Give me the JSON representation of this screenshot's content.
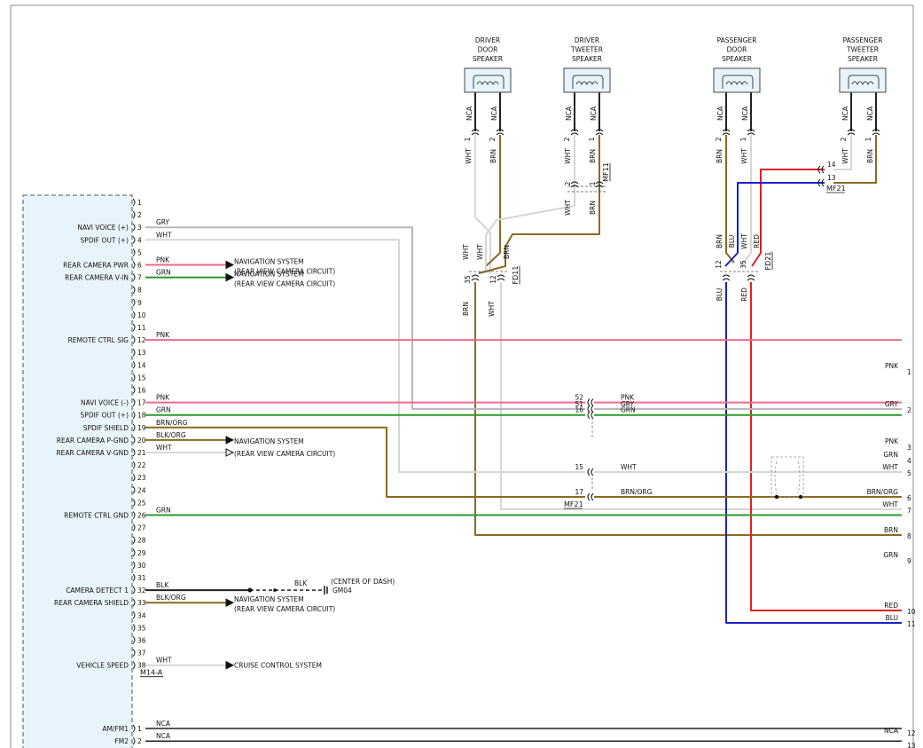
{
  "module_labels": [
    {
      "pin": "3",
      "text": "NAVI VOICE (+)"
    },
    {
      "pin": "4",
      "text": "SPDIF OUT (+)"
    },
    {
      "pin": "6",
      "text": "REAR CAMERA PWR"
    },
    {
      "pin": "7",
      "text": "REAR CAMERA V-IN"
    },
    {
      "pin": "12",
      "text": "REMOTE CTRL SIG"
    },
    {
      "pin": "17",
      "text": "NAVI VOICE (-)"
    },
    {
      "pin": "18",
      "text": "SPDIF OUT (+)"
    },
    {
      "pin": "19",
      "text": "SPDIF SHIELD"
    },
    {
      "pin": "20",
      "text": "REAR CAMERA P-GND"
    },
    {
      "pin": "21",
      "text": "REAR CAMERA V-GND"
    },
    {
      "pin": "26",
      "text": "REMOTE CTRL GND"
    },
    {
      "pin": "32",
      "text": "CAMERA DETECT 1"
    },
    {
      "pin": "33",
      "text": "REAR CAMERA SHIELD"
    },
    {
      "pin": "38",
      "text": "VEHICLE SPEED"
    },
    {
      "pin": "1b",
      "text": "AM/FM1"
    },
    {
      "pin": "2b",
      "text": "FM2"
    }
  ],
  "module_pins": [
    "1",
    "2",
    "3",
    "4",
    "5",
    "6",
    "7",
    "8",
    "9",
    "10",
    "11",
    "12",
    "13",
    "14",
    "15",
    "16",
    "17",
    "18",
    "19",
    "20",
    "21",
    "22",
    "23",
    "24",
    "25",
    "26",
    "27",
    "28",
    "29",
    "30",
    "31",
    "32",
    "33",
    "34",
    "35",
    "36",
    "37",
    "38",
    "1",
    "2"
  ],
  "module_connector": "M14-A",
  "speakers": [
    {
      "id": "driver-door",
      "lines": [
        "DRIVER",
        "DOOR",
        "SPEAKER"
      ],
      "term": [
        "NCA",
        "NCA"
      ],
      "pins": [
        "1",
        "2"
      ],
      "wires": [
        "WHT",
        "BRN"
      ]
    },
    {
      "id": "driver-tweeter",
      "lines": [
        "DRIVER",
        "TWEETER",
        "SPEAKER"
      ],
      "term": [
        "NCA",
        "NCA"
      ],
      "pins": [
        "2",
        "1"
      ],
      "wires": [
        "WHT",
        "BRN"
      ]
    },
    {
      "id": "passenger-door",
      "lines": [
        "PASSENGER",
        "DOOR",
        "SPEAKER"
      ],
      "term": [
        "NCA",
        "NCA"
      ],
      "pins": [
        "2",
        "1"
      ],
      "wires": [
        "BRN",
        "WHT"
      ]
    },
    {
      "id": "passenger-tweeter",
      "lines": [
        "PASSENGER",
        "TWEETER",
        "SPEAKER"
      ],
      "term": [
        "NCA",
        "NCA"
      ],
      "pins": [
        "2",
        "1"
      ],
      "wires": [
        "WHT",
        "BRN"
      ]
    }
  ],
  "connectors": {
    "mf11": "MF11",
    "fd11": "FD11",
    "fd21": "FD21",
    "mf21_top": "MF21",
    "mf21_main": "MF21",
    "gm04": "GM04",
    "center_of_dash": "(CENTER OF DASH)"
  },
  "inline_labels": {
    "mf11_pins": [
      "2",
      "1"
    ],
    "mf11_wires": [
      "WHT",
      "BRN"
    ],
    "fd11_pins": [
      "35",
      "12"
    ],
    "fd11_upper": [
      "WHT",
      "WHT",
      "BRN"
    ],
    "fd11_lower": [
      "BRN",
      "WHT"
    ],
    "fd21_pins": [
      "12",
      "35"
    ],
    "fd21_upper": [
      "BRN",
      "BLU",
      "WHT",
      "RED"
    ],
    "fd21_lower": [
      "BLU",
      "RED"
    ],
    "mf21_top_pins": [
      "14",
      "13"
    ],
    "mf21_main_pins": [
      "51",
      "52",
      "16",
      "15",
      "17"
    ],
    "mf21_main_wires": [
      "GRY",
      "PNK",
      "GRN",
      "WHT",
      "BRN/ORG"
    ]
  },
  "wires": {
    "gry": "GRY",
    "wht": "WHT",
    "pnk": "PNK",
    "grn": "GRN",
    "brn_org": "BRN/ORG",
    "blk_org": "BLK/ORG",
    "blk": "BLK",
    "brn": "BRN",
    "red": "RED",
    "blu": "BLU",
    "nca": "NCA"
  },
  "destinations": {
    "nav_system": "NAVIGATION SYSTEM",
    "rear_view_camera": "(REAR VIEW CAMERA CIRCUIT)",
    "cruise_control": "CRUISE CONTROL SYSTEM"
  },
  "right_wires": [
    {
      "no": "1",
      "color": "PNK"
    },
    {
      "no": "2",
      "color": "GRY"
    },
    {
      "no": "3",
      "color": "PNK"
    },
    {
      "no": "4",
      "color": "GRN"
    },
    {
      "no": "5",
      "color": "WHT"
    },
    {
      "no": "6",
      "color": "BRN/ORG"
    },
    {
      "no": "7",
      "color": "WHT"
    },
    {
      "no": "8",
      "color": "BRN"
    },
    {
      "no": "9",
      "color": "GRN"
    },
    {
      "no": "10",
      "color": "RED"
    },
    {
      "no": "11",
      "color": "BLU"
    },
    {
      "no": "12",
      "color": "NCA"
    },
    {
      "no": "13",
      "color": "NCA"
    }
  ],
  "colors": {
    "gry": "#b8b8b8",
    "wht": "#d6d6d6",
    "pnk": "#f06a8c",
    "grn": "#2a9a2a",
    "brn": "#8a6a20",
    "red": "#e02020",
    "blu": "#1a20c8",
    "blk": "#222222",
    "module_fill": "#e8f4fb"
  }
}
